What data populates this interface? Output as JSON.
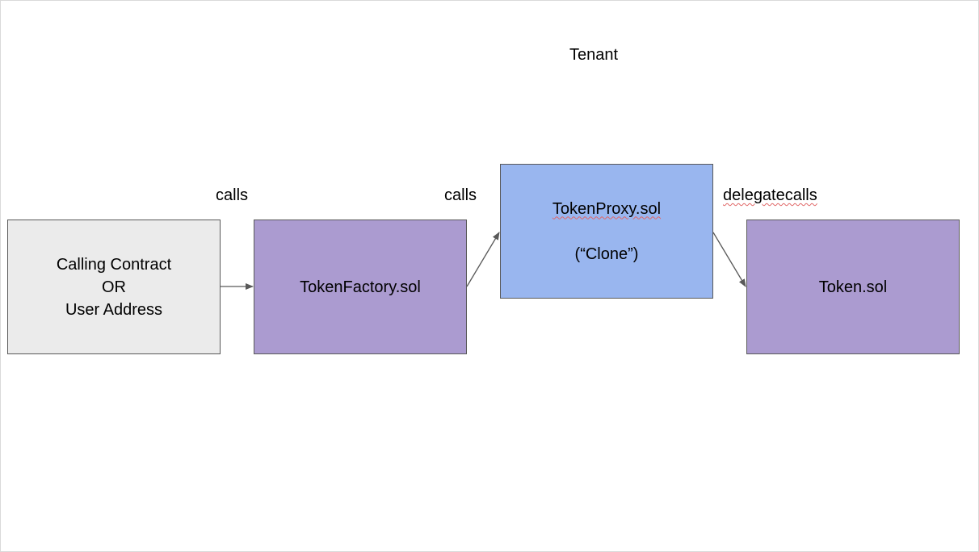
{
  "title": "Tenant",
  "edges": {
    "calls_1": "calls",
    "calls_2": "calls",
    "delegatecalls": "delegatecalls"
  },
  "nodes": {
    "caller": {
      "line1": "Calling Contract",
      "line2": "OR",
      "line3": "User Address"
    },
    "factory": {
      "label": "TokenFactory.sol"
    },
    "proxy": {
      "label": "TokenProxy.sol",
      "sublabel": "(“Clone”)"
    },
    "token": {
      "label": "Token.sol"
    }
  },
  "colors": {
    "caller_fill": "#ebebeb",
    "purple_fill": "#ab9bd0",
    "blue_fill": "#99b6ef",
    "arrow": "#595959",
    "spellcheck": "#e06666"
  }
}
